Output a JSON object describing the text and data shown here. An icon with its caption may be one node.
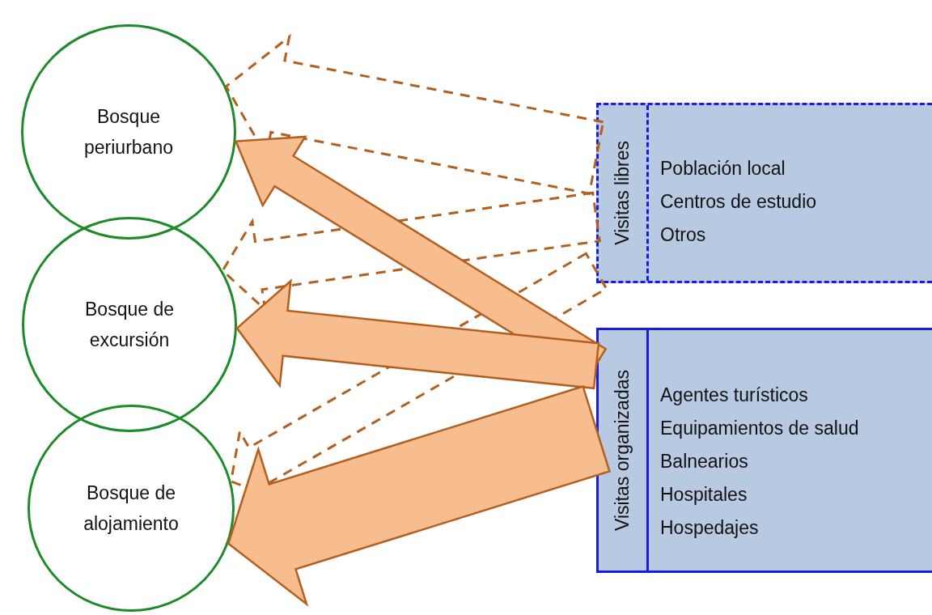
{
  "diagram": {
    "nodes": [
      {
        "text": [
          "Bosque periurbano"
        ]
      },
      {
        "text": [
          "Bosque de excursión"
        ]
      },
      {
        "text": [
          "Bosque de alojamiento"
        ]
      },
      {
        "text": [
          "Visitas libres",
          "Población local",
          "Centros de estudio",
          "Otros"
        ]
      },
      {
        "text": [
          "Visitas organizadas",
          "Agentes turísticos",
          "Equipamientos de salud",
          "Balnearios",
          "Hospitales",
          "Hospedajes"
        ]
      }
    ],
    "edges": [
      {
        "from": 3,
        "to": 0,
        "arrow": "to",
        "style": "dashed"
      },
      {
        "from": 3,
        "to": 1,
        "arrow": "to",
        "style": "dashed"
      },
      {
        "from": 3,
        "to": 2,
        "arrow": "to",
        "style": "dashed"
      },
      {
        "from": 4,
        "to": 0,
        "arrow": "to",
        "style": "thick"
      },
      {
        "from": 4,
        "to": 1,
        "arrow": "to",
        "style": "thick"
      },
      {
        "from": 4,
        "to": 2,
        "arrow": "to",
        "style": "thick"
      }
    ]
  }
}
